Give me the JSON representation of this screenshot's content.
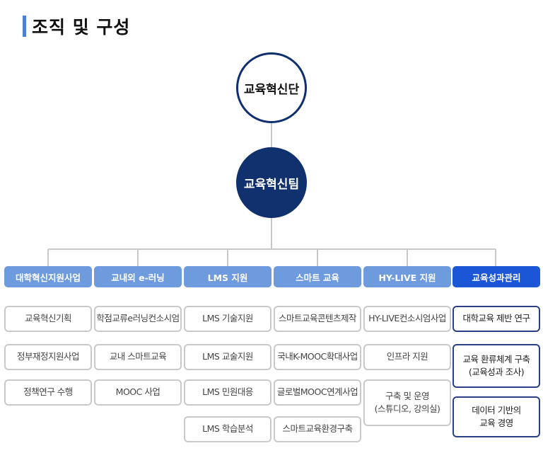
{
  "title": "조직 및 구성",
  "top_node": "교육혁신단",
  "team_node": "교육혁신팀",
  "columns": [
    {
      "header": "대학혁신지원사업",
      "items": [
        "교육혁신기획",
        "정부재정지원사업",
        "정책연구 수행"
      ]
    },
    {
      "header": "교내외 e-러닝",
      "items": [
        "학점교류e러닝컨소시엄",
        "교내 스마트교육",
        "MOOC 사업"
      ]
    },
    {
      "header": "LMS 지원",
      "items": [
        "LMS 기술지원",
        "LMS 교술지원",
        "LMS 민원대응",
        "LMS 학습분석"
      ]
    },
    {
      "header": "스마트 교육",
      "items": [
        "스마트교육콘텐츠제작",
        "국내K-MOOC확대사업",
        "글로벌MOOC연계사업",
        "스마트교육환경구축"
      ]
    },
    {
      "header": "HY-LIVE 지원",
      "items": [
        "HY-LIVE컨소시엄사업",
        "인프라 지원",
        "구축 및 운영\n(스튜디오, 강의실)"
      ]
    },
    {
      "header": "교육성과관리",
      "items": [
        "대학교육 제반 연구",
        "교육 환류체계 구축\n(교육성과 조사)",
        "데이터 기반의\n교육 경영"
      ]
    }
  ],
  "colors": {
    "header": "#6e9bdd",
    "header_active": "#1a56d6",
    "navy": "#10306e",
    "line": "#c8c8c8"
  }
}
